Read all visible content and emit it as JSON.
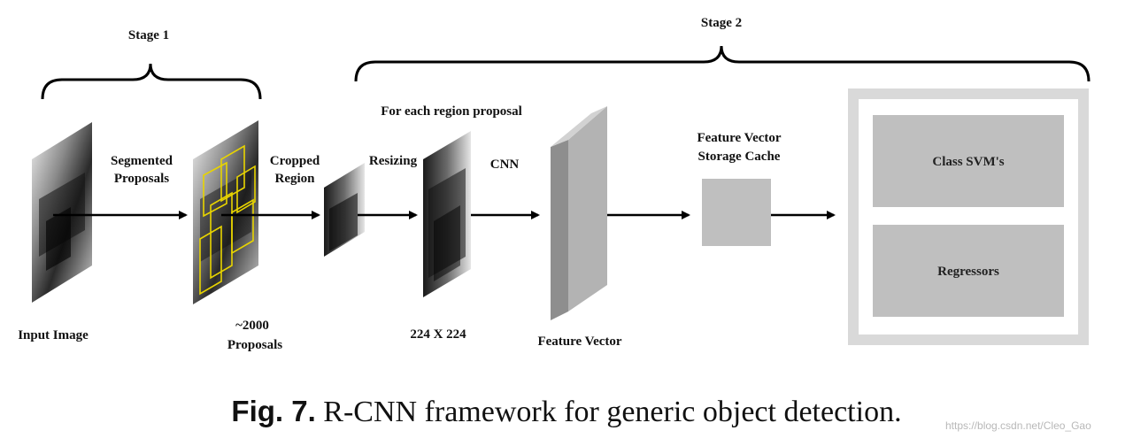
{
  "stages": {
    "stage1": "Stage 1",
    "stage2": "Stage 2"
  },
  "labels": {
    "input_image": "Input Image",
    "segmented_line1": "Segmented",
    "segmented_line2": "Proposals",
    "proposals_line1": "~2000",
    "proposals_line2": "Proposals",
    "cropped_line1": "Cropped",
    "cropped_line2": "Region",
    "for_each": "For each region proposal",
    "resizing": "Resizing",
    "size": "224 X 224",
    "cnn": "CNN",
    "feature_vector": "Feature Vector",
    "cache_line1": "Feature Vector",
    "cache_line2": "Storage Cache",
    "class_svms": "Class SVM's",
    "regressors": "Regressors"
  },
  "caption": {
    "fig": "Fig. 7.",
    "text": "R-CNN framework for generic object detection."
  },
  "watermark": "https://blog.csdn.net/Cleo_Gao",
  "colors": {
    "arrow": "#000000",
    "box_fill": "#bfbfbf",
    "box_border": "#d6d6d6",
    "proposal_outline": "#e8d400"
  }
}
